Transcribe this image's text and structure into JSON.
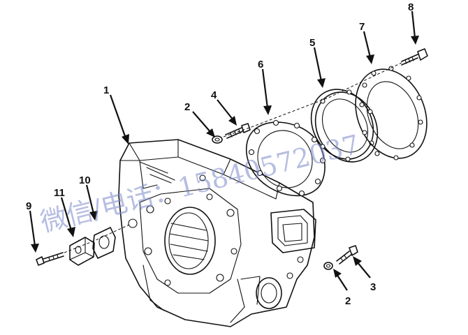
{
  "callouts": {
    "c1": "1",
    "c2a": "2",
    "c2b": "2",
    "c3": "3",
    "c4": "4",
    "c5": "5",
    "c6": "6",
    "c7": "7",
    "c8": "8",
    "c9": "9",
    "c10": "10",
    "c11": "11"
  },
  "watermark": {
    "text": "微信/电话：15840572037"
  },
  "colors": {
    "line": "#111111",
    "watermark": "#7a86c8",
    "background": "#ffffff"
  }
}
